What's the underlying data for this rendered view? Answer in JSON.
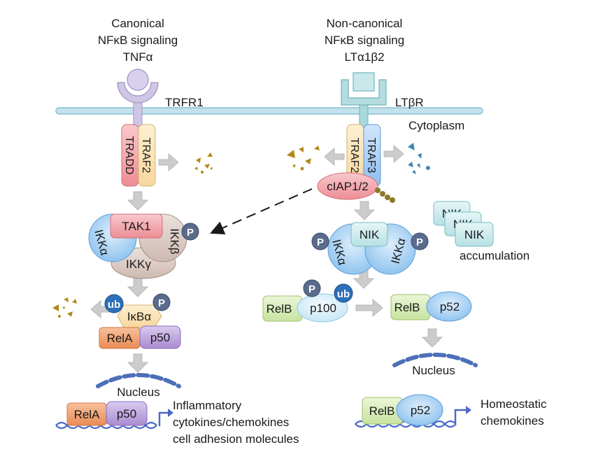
{
  "canonical": {
    "title_lines": [
      "Canonical",
      "NFκB signaling",
      "TNFα"
    ],
    "receptor": "TRFR1",
    "adaptors": [
      "TRADD",
      "TRAF2"
    ],
    "ikk_complex": {
      "tak1": "TAK1",
      "ikka": "IKKα",
      "ikkb": "IKKβ",
      "ikkg": "IKKγ"
    },
    "inhibitor": "IκBα",
    "dimer": [
      "RelA",
      "p50"
    ],
    "nucleus": "Nucleus",
    "output_lines": [
      "Inflammatory",
      "cytokines/chemokines",
      "cell adhesion molecules"
    ]
  },
  "noncanonical": {
    "title_lines": [
      "Non-canonical",
      "NFκB signaling",
      "LTα1β2"
    ],
    "receptor": "LTβR",
    "adaptors": [
      "TRAF2",
      "TRAF3"
    ],
    "ciap": "cIAP1/2",
    "nik": "NIK",
    "ikka": "IKKα",
    "nik_stack": [
      "NIK",
      "NIK",
      "NIK"
    ],
    "accumulation": "accumulation",
    "precursor": [
      "RelB",
      "p100"
    ],
    "processed": [
      "RelB",
      "p52"
    ],
    "nucleus": "Nucleus",
    "output_lines": [
      "Homeostatic",
      "chemokines"
    ]
  },
  "cytoplasm": "Cytoplasm",
  "badges": {
    "phospho": "P",
    "ubiquitin": "ub"
  },
  "colors": {
    "membrane": "#b6dbe8",
    "tnf_receptor": "#cfc6e6",
    "ltbr_receptor": "#a8d8dc",
    "tradd": "#f4a9ad",
    "traf2": "#fbe0b1",
    "traf3": "#a9cdf3",
    "ikka": "#a8d2f4",
    "ikkb": "#d8c9c3",
    "tak1": "#f29ea5",
    "nik": "#bfe5e8",
    "relb": "#d6ecb3",
    "p100": "#d6eff9",
    "p52": "#a9d3f4",
    "rela": "#f2a06a",
    "p50": "#b79ad9",
    "ikba": "#fbe8c2",
    "phospho_badge": "#5a6b8c",
    "ub_badge": "#2d6fb8",
    "arrow": "#c8c8c8",
    "dna": "#4a67c8",
    "nucleus": "#4d6fb8"
  }
}
